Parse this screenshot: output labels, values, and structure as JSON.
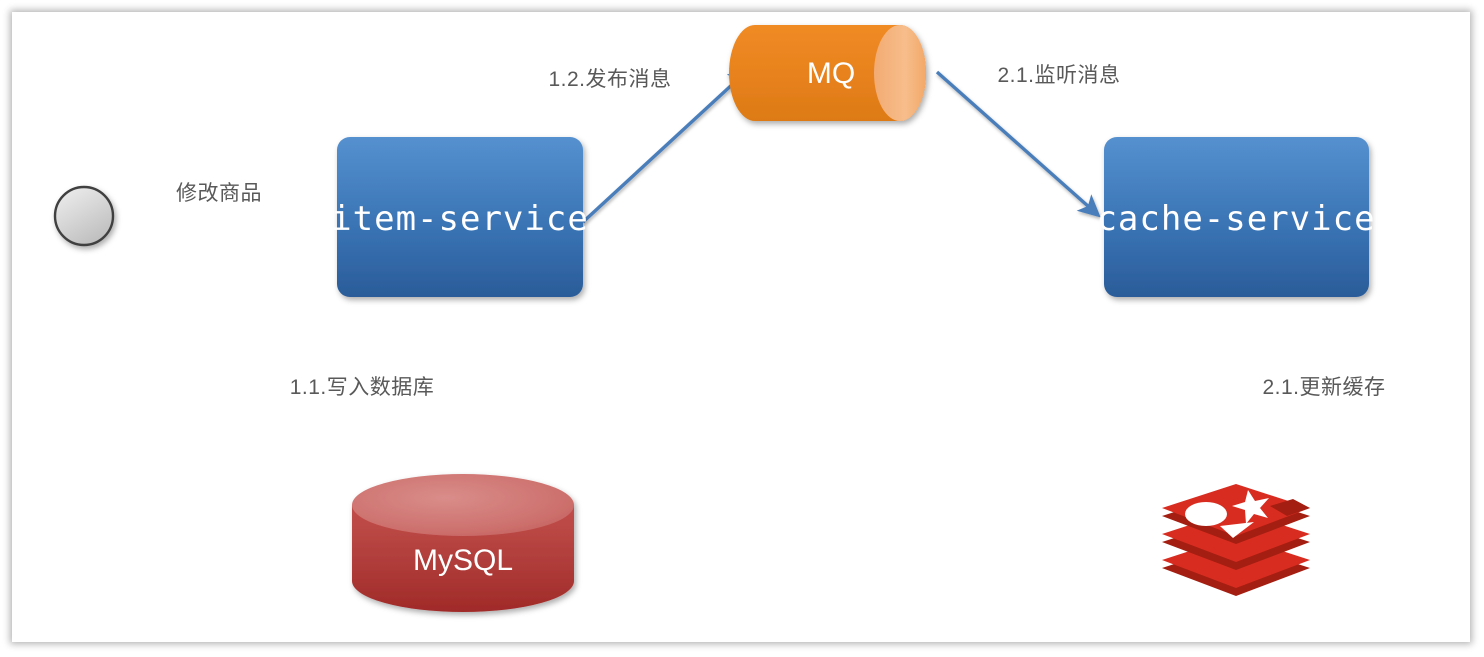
{
  "diagram": {
    "title": "item-service cache update via MQ flow",
    "background": "#ffffff",
    "colors": {
      "edge": "#4a7ebb",
      "edge_label_text": "#595959",
      "service_box_top": "#4e88c7",
      "service_box_bottom": "#2a5c99",
      "mq_body": "#e8821e",
      "mq_cap": "#f6b884",
      "mysql_body_top": "#c0413e",
      "mysql_body_bottom": "#a02a28",
      "mysql_cap": "#cf7572",
      "redis_light": "#d82c20",
      "redis_dark": "#a41e11",
      "actor_fill": "#d6d6d6",
      "actor_stroke": "#404040"
    },
    "nodes": [
      {
        "id": "actor",
        "kind": "circle",
        "label": ""
      },
      {
        "id": "item-service",
        "kind": "rounded-box",
        "label": "item-service"
      },
      {
        "id": "mq",
        "kind": "cylinder-horizontal",
        "label": "MQ"
      },
      {
        "id": "cache-service",
        "kind": "rounded-box",
        "label": "cache-service"
      },
      {
        "id": "mysql",
        "kind": "cylinder-vertical",
        "label": "MySQL"
      },
      {
        "id": "redis",
        "kind": "logo",
        "label": ""
      }
    ],
    "edges": [
      {
        "id": "actor-to-item",
        "from": "actor",
        "to": "item-service",
        "label": "修改商品"
      },
      {
        "id": "item-to-mq",
        "from": "item-service",
        "to": "mq",
        "label": "1.2.发布消息"
      },
      {
        "id": "mq-to-cache",
        "from": "mq",
        "to": "cache-service",
        "label": "2.1.监听消息"
      },
      {
        "id": "item-to-mysql",
        "from": "item-service",
        "to": "mysql",
        "label": "1.1.写入数据库"
      },
      {
        "id": "cache-to-redis",
        "from": "cache-service",
        "to": "redis",
        "label": "2.1.更新缓存"
      }
    ]
  }
}
